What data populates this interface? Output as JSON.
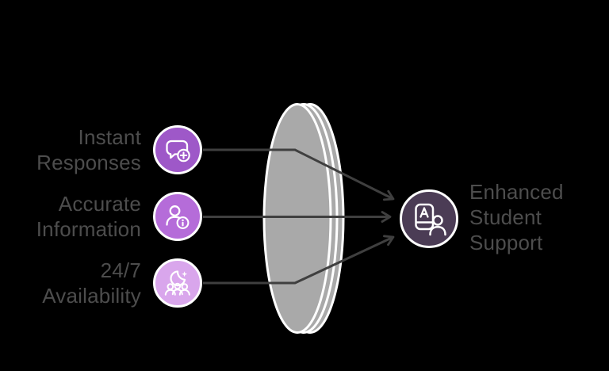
{
  "title": "Chatbot benefits funnel diagram",
  "colors": {
    "background": "#000000",
    "text": "#4d4d4d",
    "line": "#3f3f3f",
    "lens_fill": "#a9a9a9",
    "lens_stroke": "#ffffff",
    "icon_ring": "#ffffff",
    "icon_glyph": "#ffffff"
  },
  "inputs": [
    {
      "lines": [
        "Instant",
        "Responses"
      ],
      "icon": "chat-add-icon",
      "color": "#9e58c8"
    },
    {
      "lines": [
        "Accurate",
        "Information"
      ],
      "icon": "person-info-icon",
      "color": "#b56cd9"
    },
    {
      "lines": [
        "24/7",
        "Availability"
      ],
      "icon": "moon-group-icon",
      "color": "#d9a6ec"
    }
  ],
  "output": {
    "lines": [
      "Enhanced",
      "Student",
      "Support"
    ],
    "icon": "document-person-icon",
    "color": "#4b3c55"
  }
}
